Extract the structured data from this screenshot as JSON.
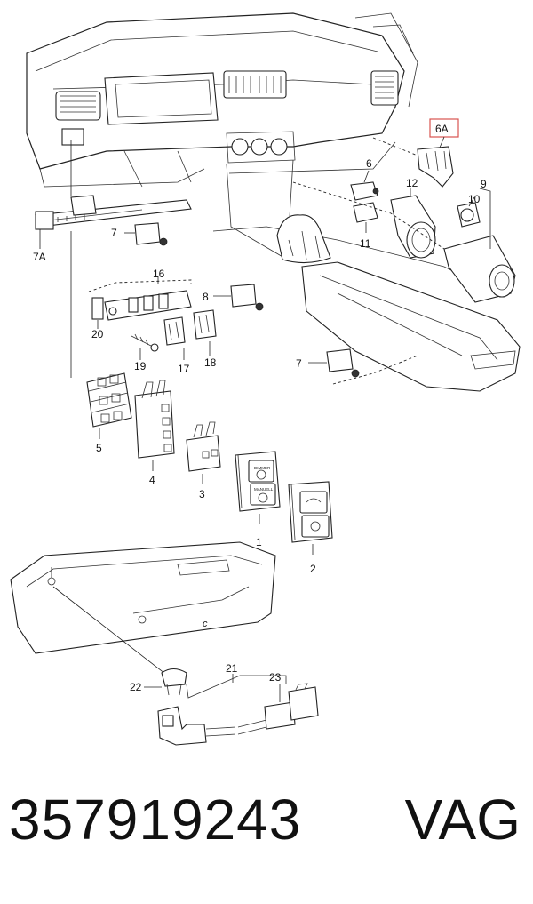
{
  "footer": {
    "part_number": "357919243",
    "brand": "VAG"
  },
  "callouts": {
    "c1": "1",
    "c2": "2",
    "c3": "3",
    "c4": "4",
    "c5": "5",
    "c6": "6",
    "c6a": "6A",
    "c7a": "7",
    "c7b": "7",
    "c7A": "7A",
    "c8": "8",
    "c9": "9",
    "c10": "10",
    "c11": "11",
    "c12": "12",
    "c16": "16",
    "c17": "17",
    "c18": "18",
    "c19": "19",
    "c20": "20",
    "c21": "21",
    "c22": "22",
    "c23": "23"
  },
  "switch_labels": {
    "top": "DIMMER",
    "bottom": "MANUELL"
  },
  "glovebox_letter": "c",
  "highlight_color": "#d9534f"
}
